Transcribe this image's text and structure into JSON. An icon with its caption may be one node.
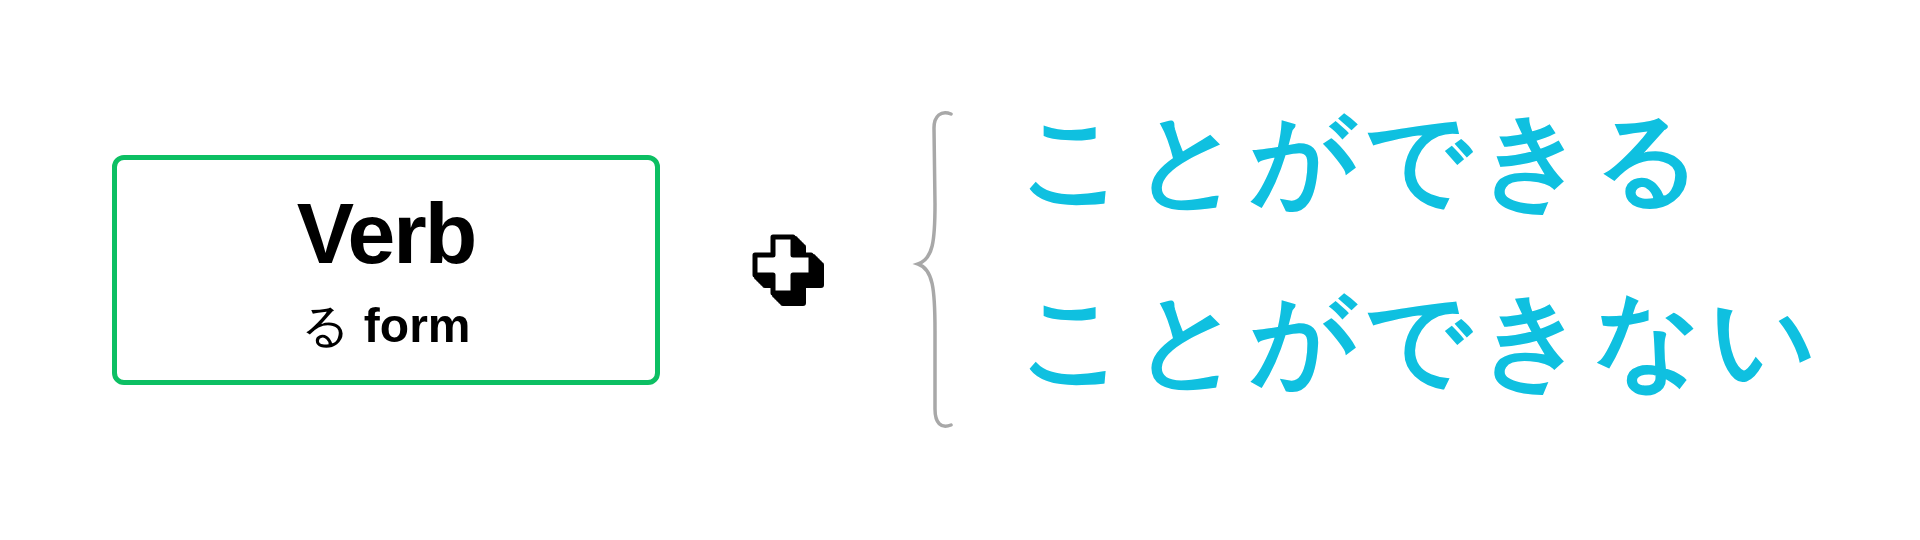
{
  "diagram": {
    "nodes": [
      {
        "text": [
          "Verb",
          "る **form**"
        ]
      }
    ],
    "labels": [
      "ことができる",
      "ことができない"
    ]
  }
}
